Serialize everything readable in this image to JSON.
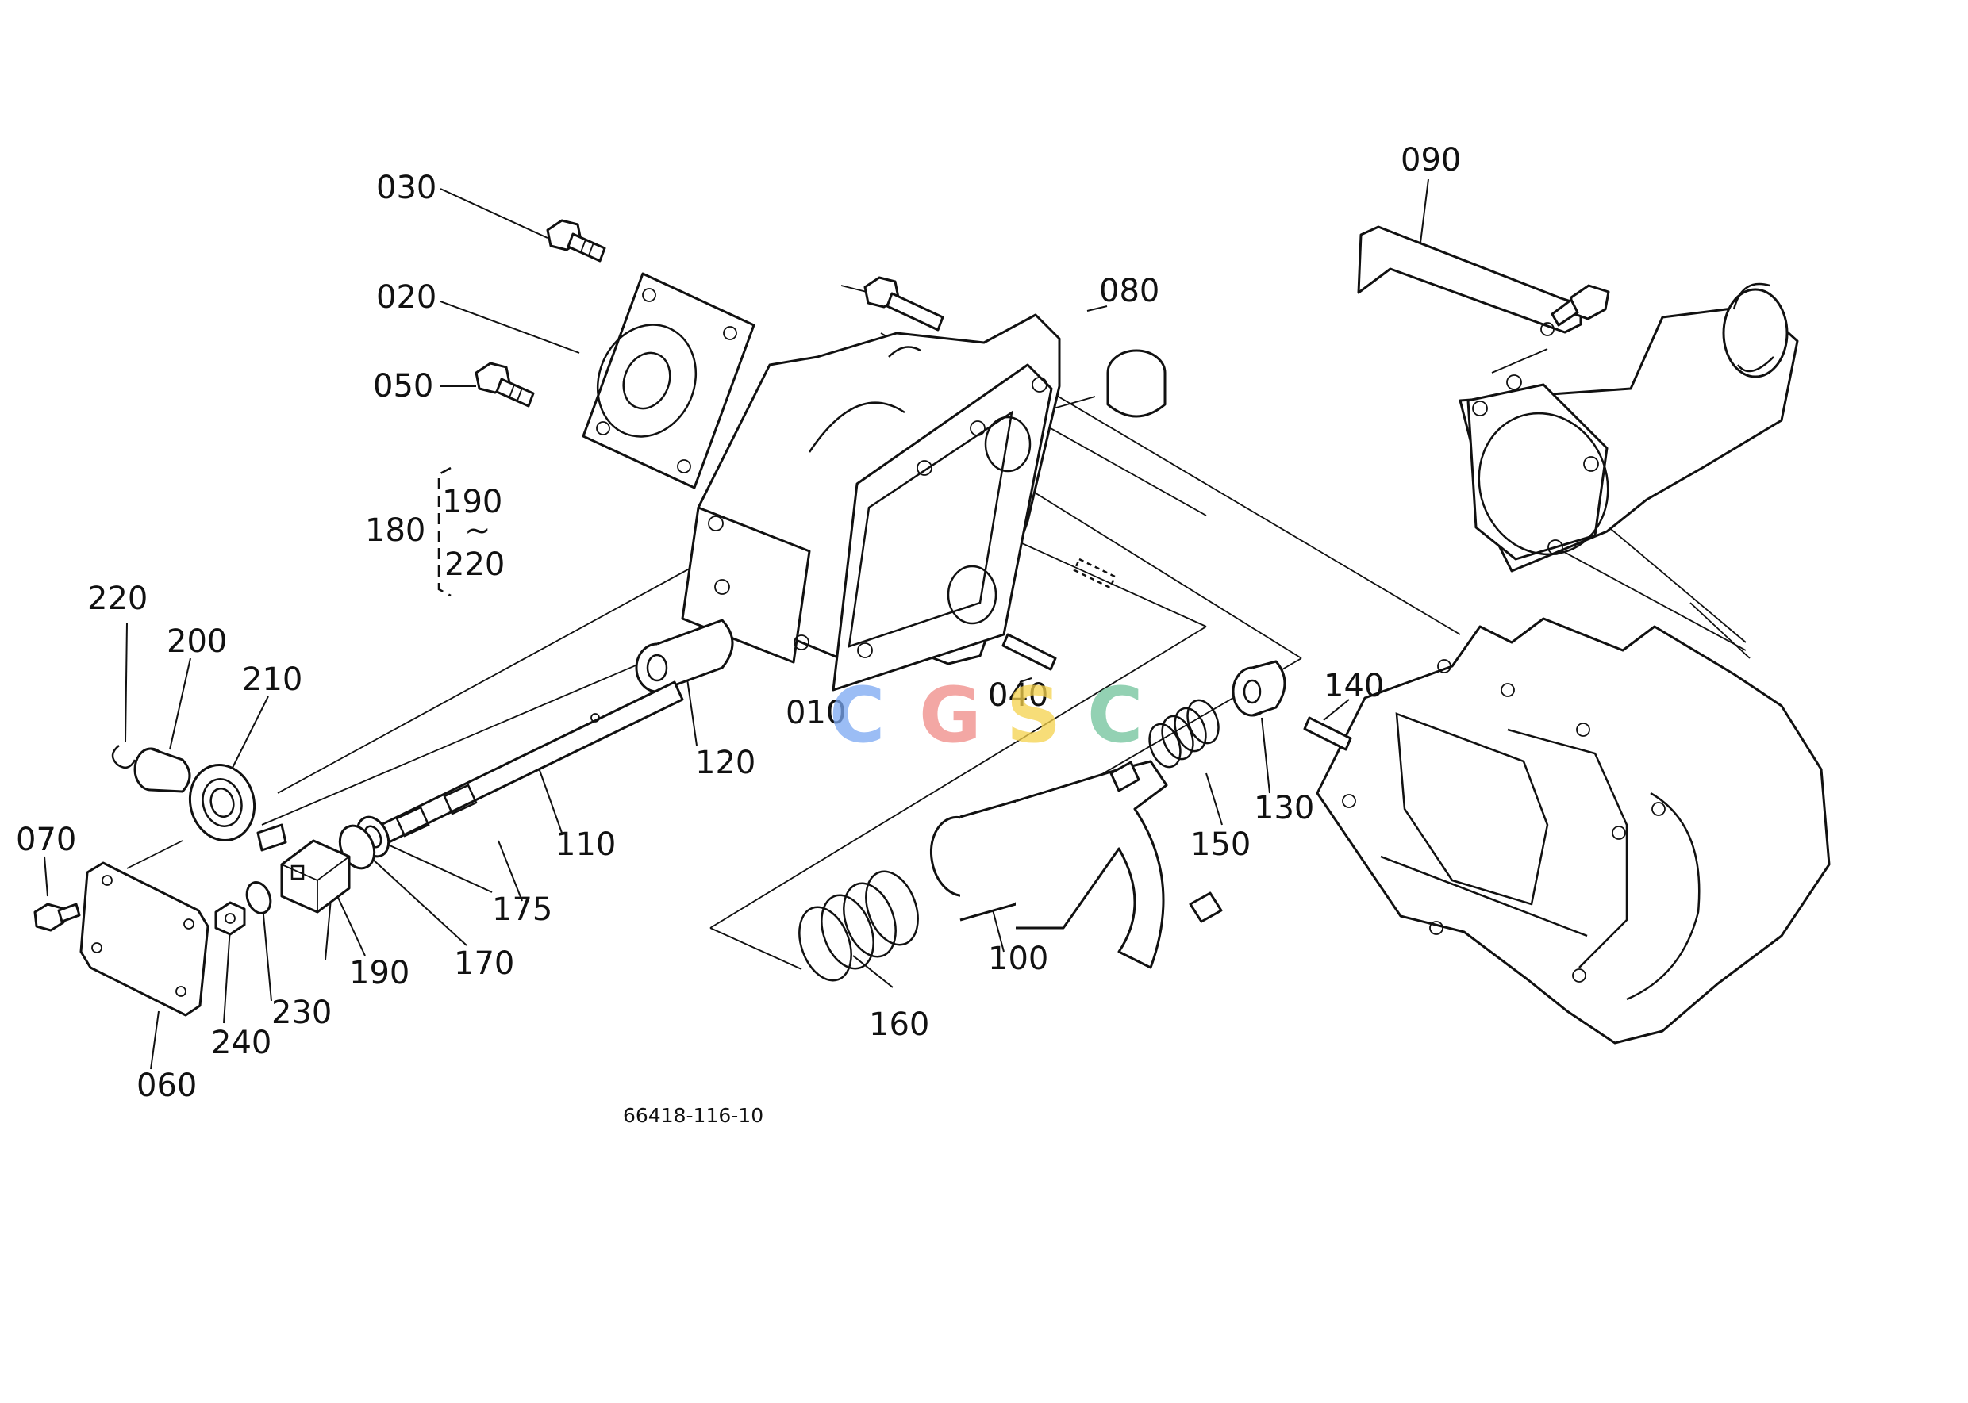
{
  "diagram": {
    "part_labels": {
      "p010": "010",
      "p020": "020",
      "p030": "030",
      "p040": "040",
      "p050": "050",
      "p060": "060",
      "p070": "070",
      "p080": "080",
      "p090": "090",
      "p100": "100",
      "p110": "110",
      "p120": "120",
      "p130": "130",
      "p140": "140",
      "p150": "150",
      "p160": "160",
      "p170": "170",
      "p175": "175",
      "p180": "180",
      "p190": "190",
      "p200": "200",
      "p210": "210",
      "p220": "220",
      "p230": "230",
      "p240": "240"
    },
    "group_180": {
      "from": "190",
      "tilde": "~",
      "to": "220"
    },
    "drawing_number": "66418-116-10",
    "watermark": {
      "letters": [
        "C",
        "G",
        "S",
        "C"
      ],
      "colors": [
        "#7aa7f2",
        "#f08a86",
        "#f5d24c",
        "#6fc29a"
      ]
    }
  }
}
